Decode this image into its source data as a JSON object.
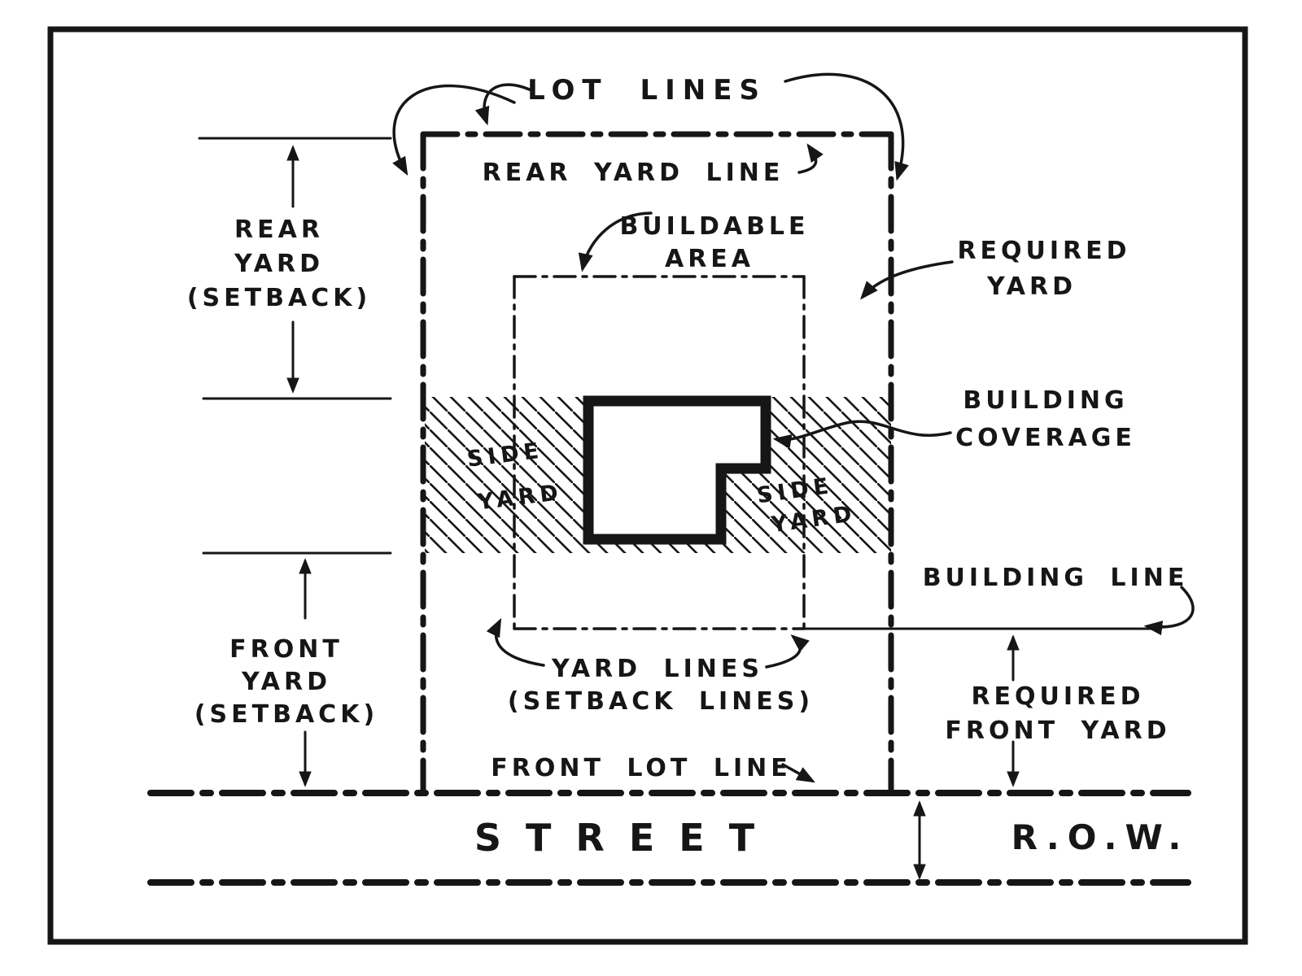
{
  "labels": {
    "lot_lines": "LOT LINES",
    "rear_yard_line": "REAR YARD LINE",
    "buildable_area": [
      "BUILDABLE",
      "AREA"
    ],
    "required_yard": [
      "REQUIRED",
      "YARD"
    ],
    "rear_yard_setback": [
      "REAR",
      "YARD",
      "(SETBACK)"
    ],
    "front_yard_setback": [
      "FRONT",
      "YARD",
      "(SETBACK)"
    ],
    "side_yard_left": [
      "SIDE",
      "YARD"
    ],
    "side_yard_right": [
      "SIDE",
      "YARD"
    ],
    "building_coverage": [
      "BUILDING",
      "COVERAGE"
    ],
    "building_line": "BUILDING LINE",
    "required_front_yard": [
      "REQUIRED",
      "FRONT YARD"
    ],
    "yard_lines": [
      "YARD LINES",
      "(SETBACK LINES)"
    ],
    "front_lot_line": "FRONT LOT LINE",
    "street": "STREET",
    "row": "R.O.W."
  },
  "colors": {
    "ink": "#161616",
    "paper": "#ffffff"
  }
}
